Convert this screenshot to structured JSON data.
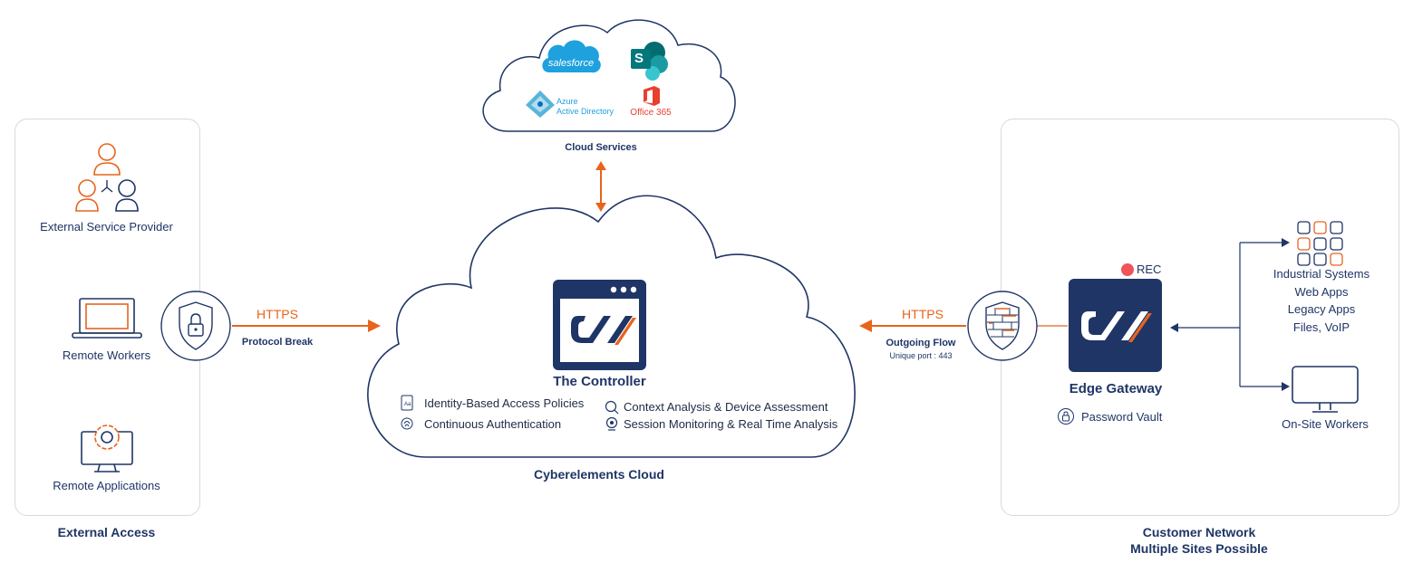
{
  "cloud_services": {
    "title": "Cloud Services",
    "logos": {
      "salesforce": "salesforce",
      "azure_line1": "Azure",
      "azure_line2": "Active Directory",
      "office": "Office 365",
      "sharepoint_letter": "S"
    }
  },
  "external": {
    "section_title": "External Access",
    "items": [
      "External Service Provider",
      "Remote Workers",
      "Remote Applications"
    ]
  },
  "left_link": {
    "protocol": "HTTPS",
    "note": "Protocol Break"
  },
  "controller": {
    "title": "The Controller",
    "features": [
      "Identity-Based Access Policies",
      "Continuous Authentication",
      "Context Analysis & Device Assessment",
      "Session Monitoring & Real Time Analysis"
    ],
    "cloud_label": "Cyberelements Cloud"
  },
  "right_link": {
    "protocol": "HTTPS",
    "flow": "Outgoing Flow",
    "port": "Unique port : 443"
  },
  "customer": {
    "rec": "REC",
    "gateway": "Edge Gateway",
    "vault": "Password Vault",
    "systems": [
      "Industrial Systems",
      "Web Apps",
      "Legacy Apps",
      "Files, VoIP"
    ],
    "onsite": "On-Site Workers",
    "section_title_1": "Customer Network",
    "section_title_2": "Multiple Sites Possible"
  },
  "colors": {
    "navy": "#1f3566",
    "orange": "#e8641c",
    "light_border": "#d6d9de",
    "rec_red": "#f0545a"
  }
}
